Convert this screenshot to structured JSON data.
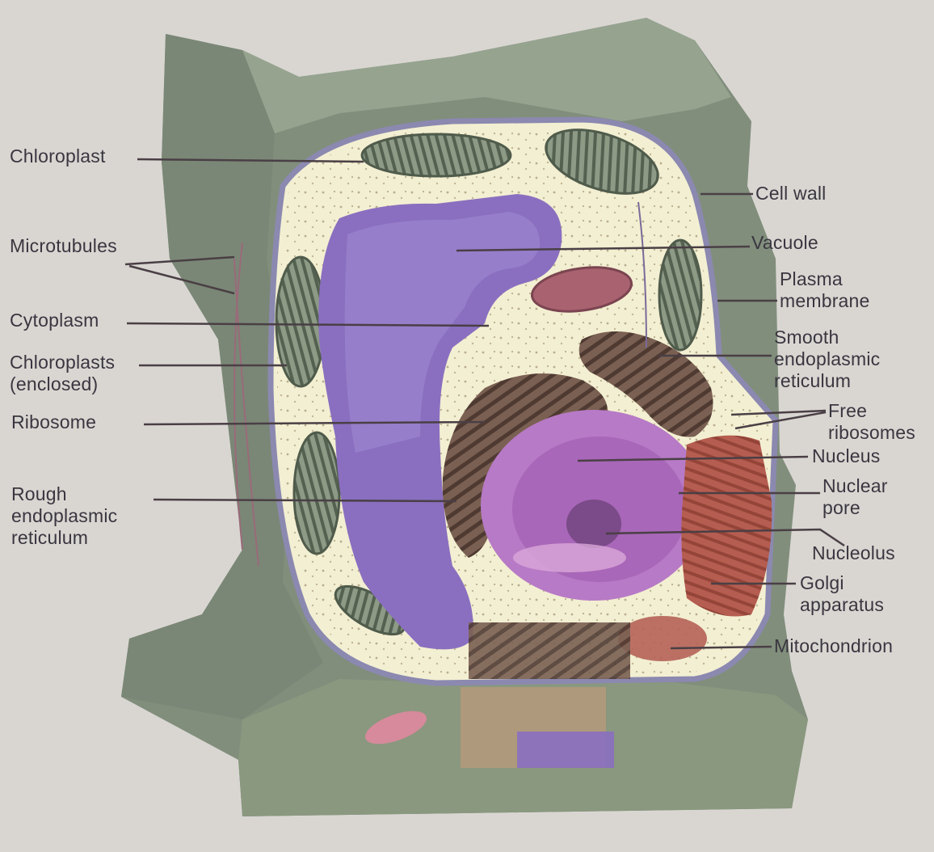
{
  "labels": {
    "chloroplast": "Chloroplast",
    "microtubules": "Microtubules",
    "cytoplasm": "Cytoplasm",
    "chloroplasts_enclosed": [
      "Chloroplasts",
      "(enclosed)"
    ],
    "ribosome": "Ribosome",
    "rough_er": [
      "Rough",
      "endoplasmic",
      "reticulum"
    ],
    "cell_wall": "Cell wall",
    "vacuole": "Vacuole",
    "plasma_membrane": [
      "Plasma",
      "membrane"
    ],
    "smooth_er": [
      "Smooth",
      "endoplasmic",
      "reticulum"
    ],
    "free_ribosomes": [
      "Free",
      "ribosomes"
    ],
    "nucleus": "Nucleus",
    "nuclear_pore": [
      "Nuclear",
      "pore"
    ],
    "nucleolus": "Nucleolus",
    "golgi": [
      "Golgi",
      "apparatus"
    ],
    "mitochondrion": "Mitochondrion"
  },
  "colors": {
    "background": "#d9d6d2",
    "cell_wall": "#7d8a7a",
    "cytoplasm": "#f1edd0",
    "vacuole": "#8a6fc0",
    "nucleus": "#b77ac6",
    "rough_er": "#6e564a",
    "golgi": "#b0584e",
    "chloroplast": "#6f7d6c",
    "leader_line": "#4a3f45"
  }
}
